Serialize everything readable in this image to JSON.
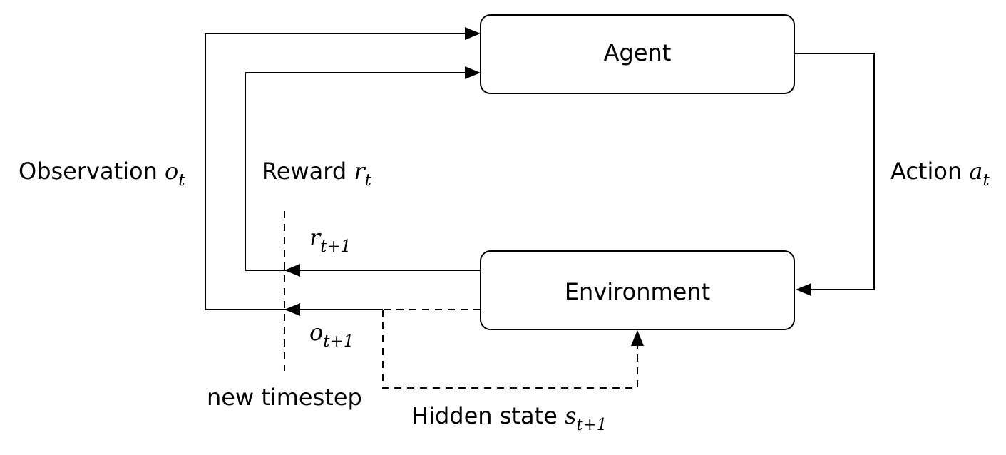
{
  "nodes": {
    "agent": "Agent",
    "environment": "Environment"
  },
  "labels": {
    "observation": {
      "text": "Observation ",
      "math": "o",
      "sub": "t"
    },
    "reward": {
      "text": "Reward ",
      "math": "r",
      "sub": "t"
    },
    "action": {
      "text": "Action ",
      "math": "a",
      "sub": "t"
    },
    "reward_next": {
      "math": "r",
      "sub": "t+1"
    },
    "observation_next": {
      "math": "o",
      "sub": "t+1"
    },
    "new_timestep": "new timestep",
    "hidden_state": {
      "text": "Hidden state ",
      "math": "s",
      "sub": "t+1"
    }
  }
}
